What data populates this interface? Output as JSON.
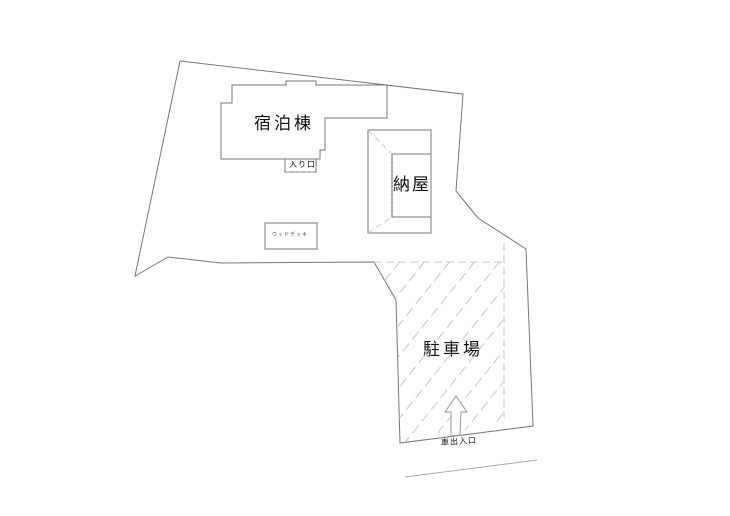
{
  "site_plan": {
    "buildings": {
      "lodge": {
        "label": "宿泊棟",
        "entrance_label": "入り口"
      },
      "barn": {
        "label": "納屋"
      },
      "wood_deck": {
        "label": "ウッドデッキ"
      }
    },
    "parking": {
      "label": "駐車場",
      "entry_label": "車出入口",
      "entry_arrow": "up-arrow-icon"
    }
  },
  "colors": {
    "line": "#777777",
    "hatch": "#c8c8c8",
    "text": "#111111",
    "background": "#ffffff"
  }
}
